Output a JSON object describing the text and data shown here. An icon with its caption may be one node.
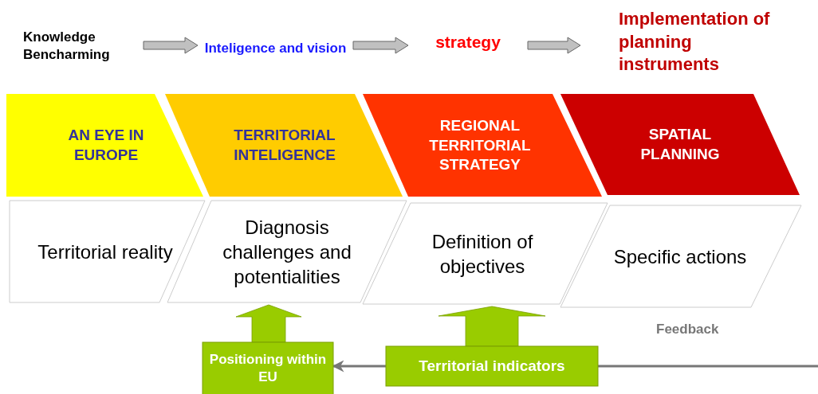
{
  "diagram": {
    "nodes": [
      {
        "text": [
          "Knowledge Bencharming"
        ]
      },
      {
        "text": [
          "Inteligence and vision"
        ]
      },
      {
        "text": [
          "strategy"
        ]
      },
      {
        "text": [
          "Implementation of planning instruments"
        ]
      },
      {
        "text": [
          "AN EYE IN EUROPE"
        ]
      },
      {
        "text": [
          "TERRITORIAL INTELIGENCE"
        ]
      },
      {
        "text": [
          "REGIONAL TERRITORIAL STRATEGY"
        ]
      },
      {
        "text": [
          "SPATIAL PLANNING"
        ]
      },
      {
        "text": [
          "Territorial reality"
        ]
      },
      {
        "text": [
          "Diagnosis challenges and potentialities"
        ]
      },
      {
        "text": [
          "Definition of objectives"
        ]
      },
      {
        "text": [
          "Specific actions"
        ]
      },
      {
        "text": [
          "Positioning within EU"
        ]
      },
      {
        "text": [
          "Territorial indicators"
        ]
      }
    ],
    "edges": [
      {
        "from": 0,
        "to": 1,
        "arrow": "to"
      },
      {
        "from": 1,
        "to": 2,
        "arrow": "to"
      },
      {
        "from": 2,
        "to": 3,
        "arrow": "to"
      },
      {
        "from": 12,
        "to": 9,
        "arrow": "to",
        "style": "thick",
        "color": "#99cc00"
      },
      {
        "from": 13,
        "to": 10,
        "arrow": "to",
        "style": "thick",
        "color": "#99cc00"
      },
      {
        "from": 13,
        "to": 12,
        "arrow": "to"
      },
      {
        "from": null,
        "to": 13,
        "arrow": "none",
        "label": "Feedback"
      }
    ]
  }
}
